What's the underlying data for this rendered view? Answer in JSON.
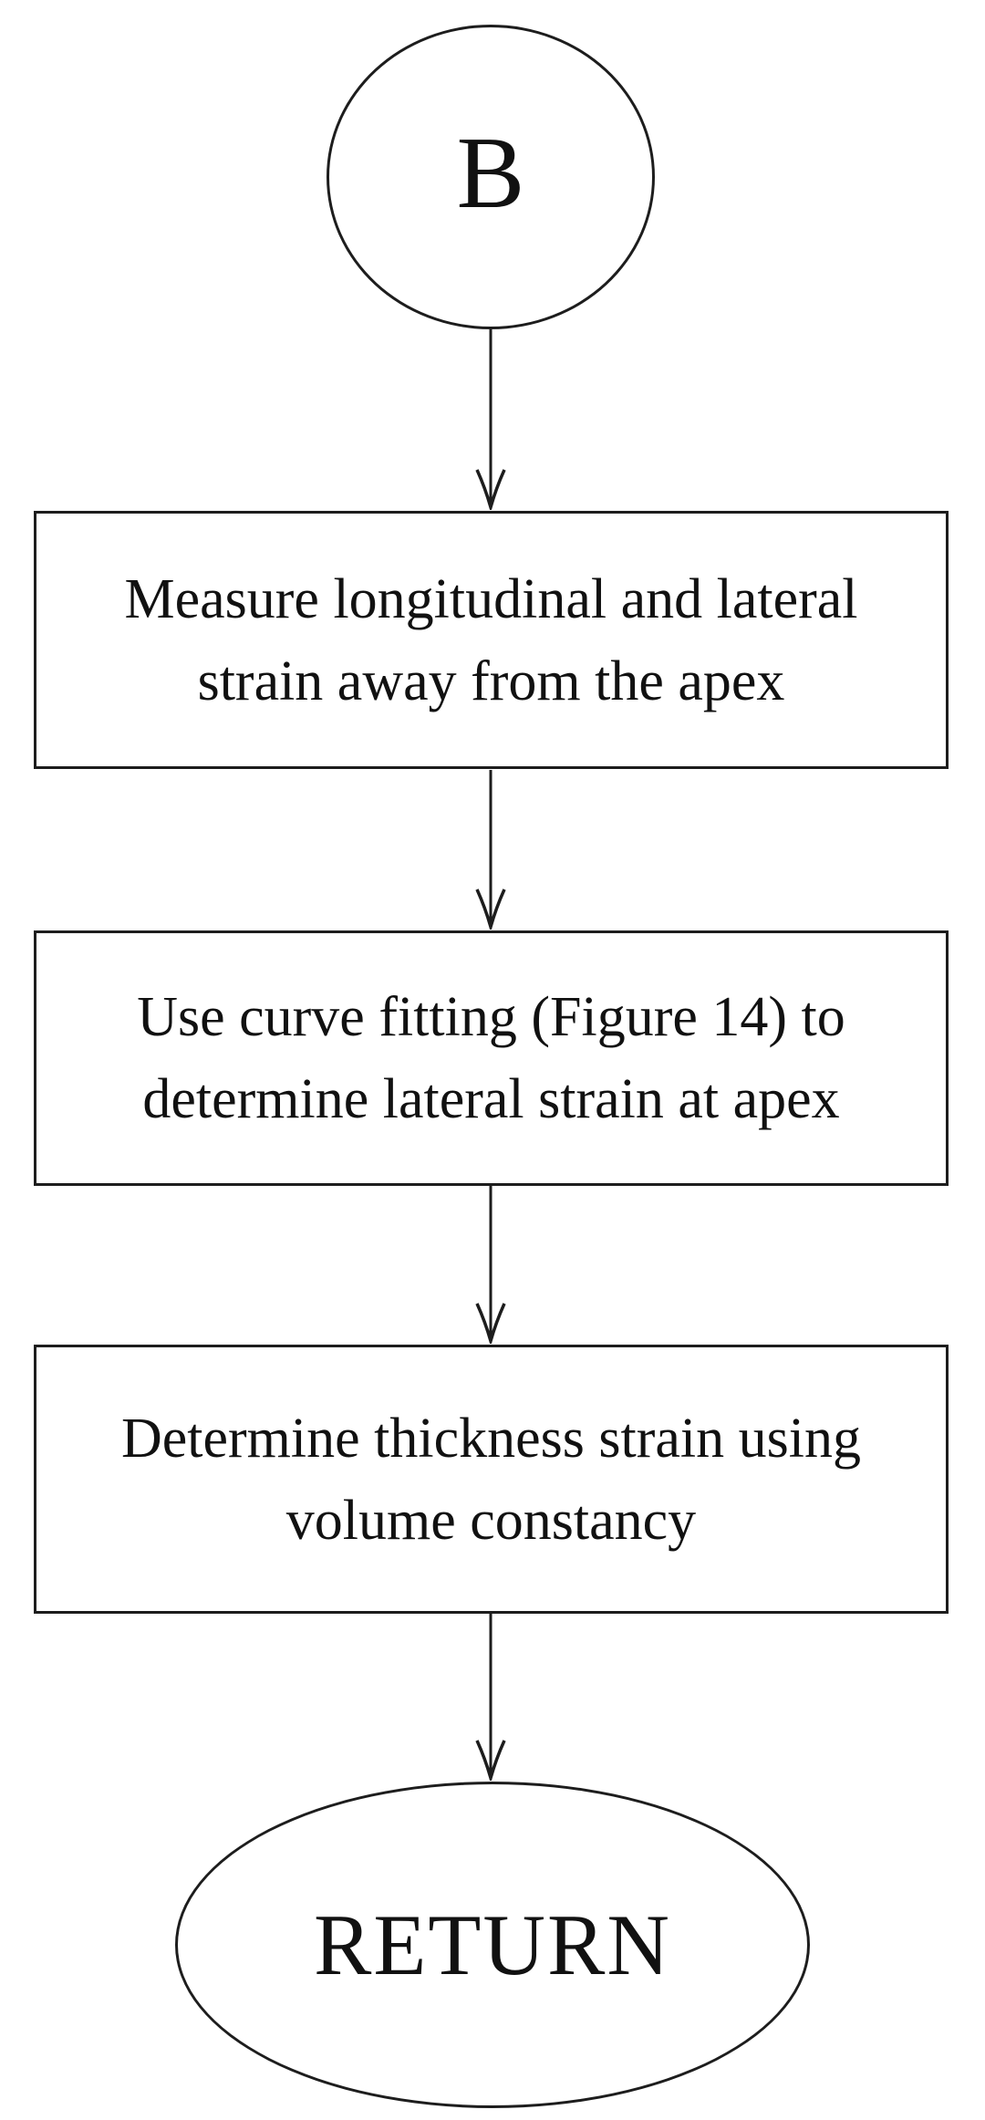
{
  "diagram": {
    "type": "flowchart",
    "background_color": "#ffffff",
    "stroke_color": "#1d1d1d",
    "text_color": "#111111",
    "nodes": {
      "connector": {
        "shape": "circle",
        "label": "B"
      },
      "step1": {
        "shape": "rectangle",
        "line1": "Measure longitudinal and lateral",
        "line2": "strain away from the apex"
      },
      "step2": {
        "shape": "rectangle",
        "line1": "Use curve fitting (Figure 14) to",
        "line2": "determine lateral strain at apex"
      },
      "step3": {
        "shape": "rectangle",
        "line1": "Determine thickness strain using",
        "line2": "volume constancy"
      },
      "terminator": {
        "shape": "ellipse",
        "label": "RETURN"
      }
    },
    "edges": [
      {
        "from": "connector",
        "to": "step1",
        "direction": "down"
      },
      {
        "from": "step1",
        "to": "step2",
        "direction": "down"
      },
      {
        "from": "step2",
        "to": "step3",
        "direction": "down"
      },
      {
        "from": "step3",
        "to": "terminator",
        "direction": "down"
      }
    ]
  }
}
